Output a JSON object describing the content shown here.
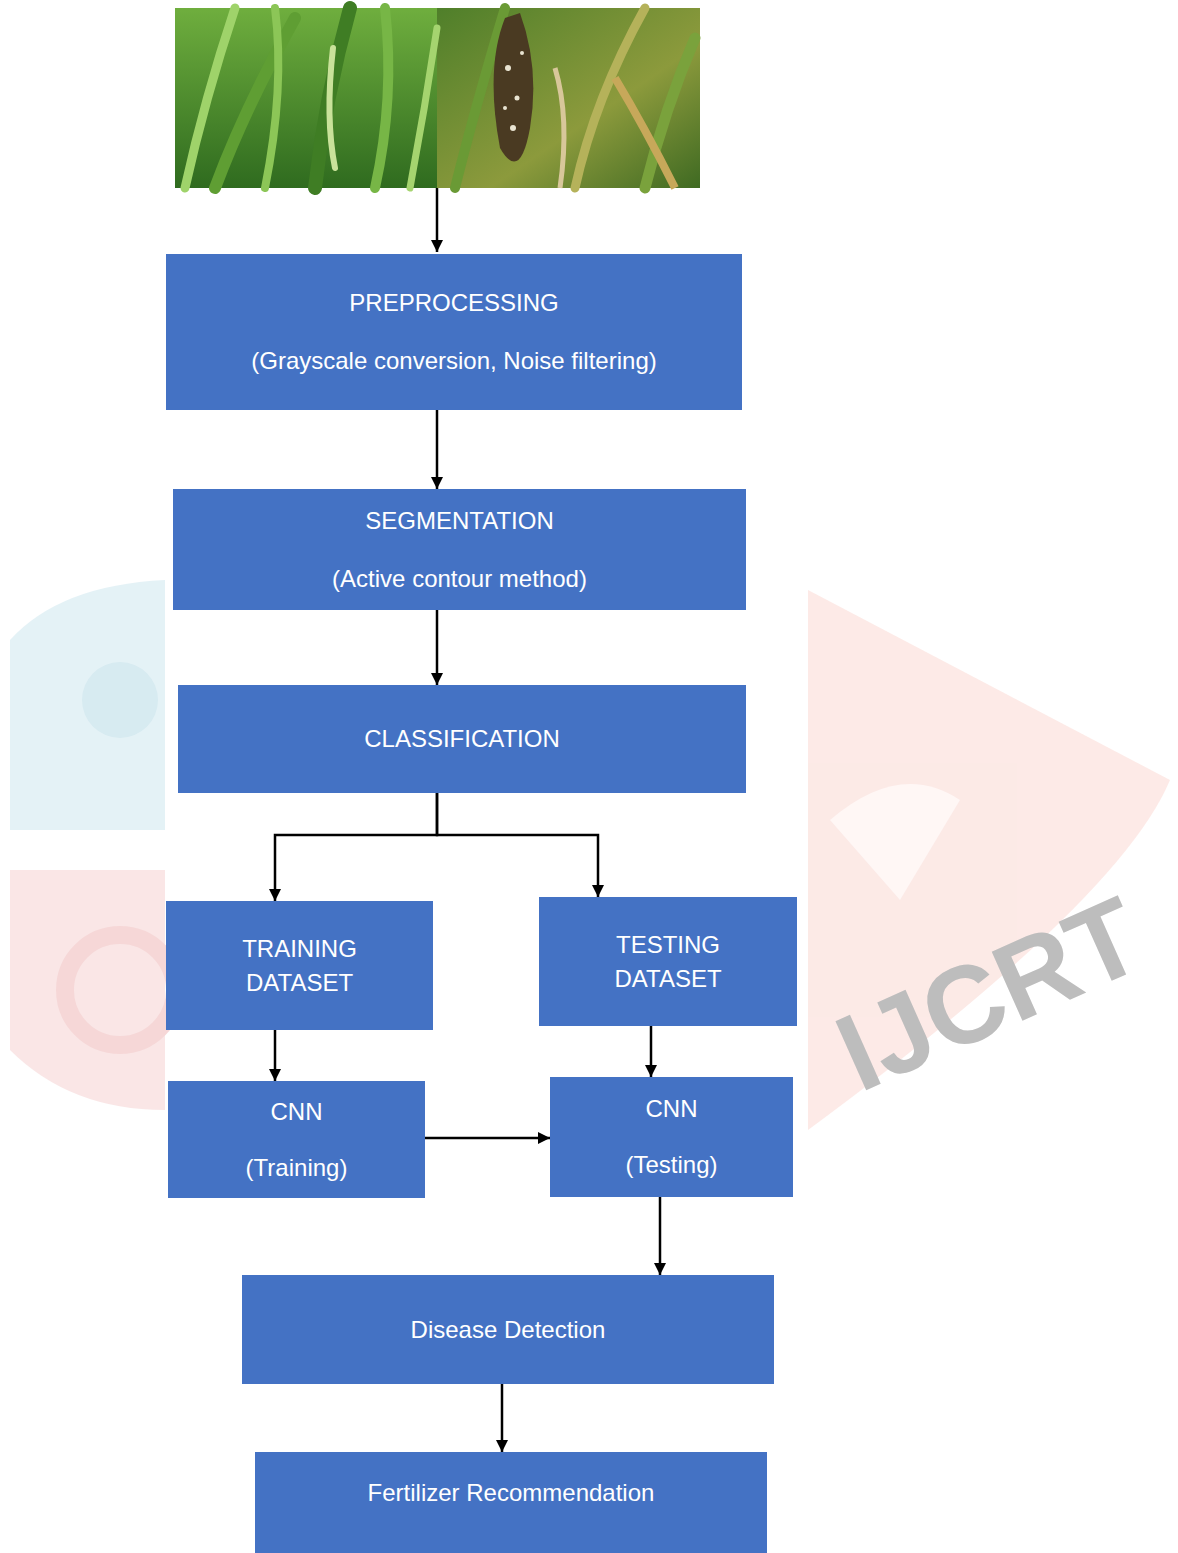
{
  "diagram": {
    "nodes": [
      {
        "text": [
          "PREPROCESSING",
          "(Grayscale conversion, Noise filtering)"
        ]
      },
      {
        "text": [
          "SEGMENTATION",
          "(Active contour method)"
        ]
      },
      {
        "text": [
          "CLASSIFICATION"
        ]
      },
      {
        "text": [
          "TRAINING DATASET"
        ]
      },
      {
        "text": [
          "TESTING DATASET"
        ]
      },
      {
        "text": [
          "CNN",
          "(Training)"
        ]
      },
      {
        "text": [
          "CNN",
          "(Testing)"
        ]
      },
      {
        "text": [
          "Disease Detection"
        ]
      },
      {
        "text": [
          "Fertilizer Recommendation"
        ]
      }
    ],
    "edges": [
      {
        "from": 0,
        "to": 1,
        "arrow": "to"
      },
      {
        "from": 1,
        "to": 2,
        "arrow": "to"
      },
      {
        "from": 2,
        "to": 3,
        "arrow": "to"
      },
      {
        "from": 2,
        "to": 4,
        "arrow": "to"
      },
      {
        "from": 3,
        "to": 5,
        "arrow": "to"
      },
      {
        "from": 4,
        "to": 6,
        "arrow": "to"
      },
      {
        "from": 5,
        "to": 6,
        "arrow": "to"
      },
      {
        "from": 6,
        "to": 7,
        "arrow": "to"
      },
      {
        "from": 7,
        "to": 8,
        "arrow": "to"
      }
    ],
    "labels": [
      "IJCRT"
    ]
  }
}
